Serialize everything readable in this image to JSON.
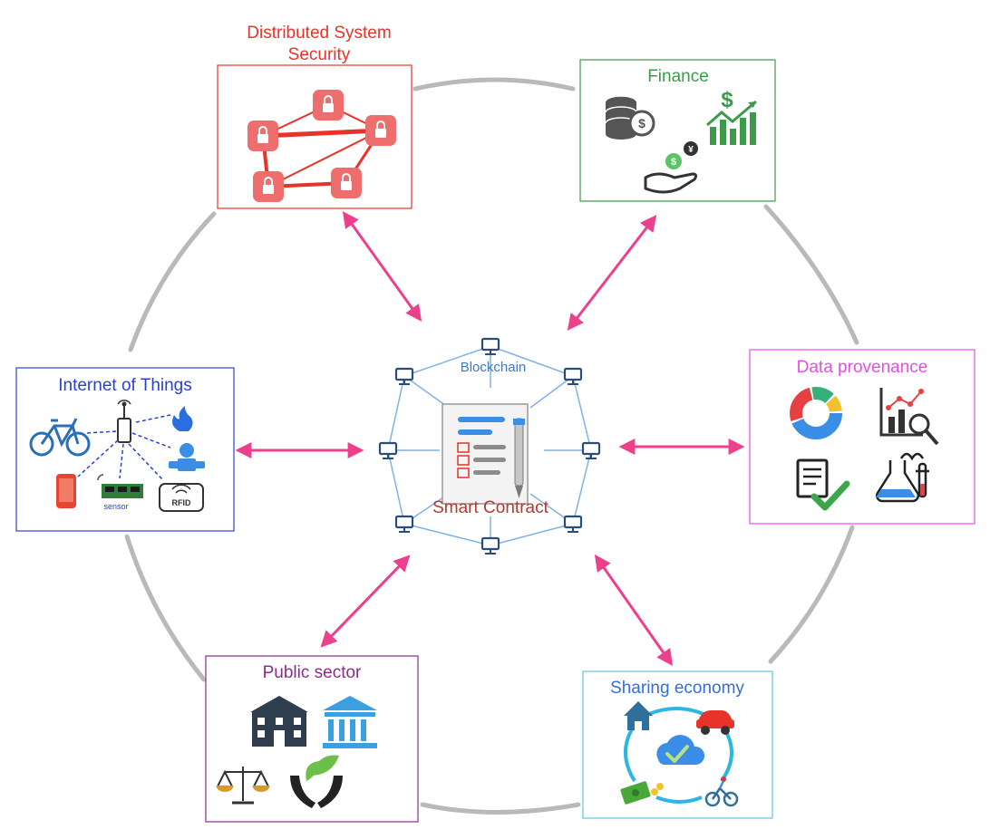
{
  "hub": {
    "ring_label": "Blockchain",
    "center_label": "Smart Contract"
  },
  "domains": {
    "security": {
      "title_line1": "Distributed System",
      "title_line2": "Security",
      "color": "#e8332a"
    },
    "finance": {
      "title": "Finance",
      "color": "#3c9a4a"
    },
    "provenance": {
      "title": "Data provenance",
      "color": "#e84ce8"
    },
    "sharing": {
      "title": "Sharing economy",
      "color": "#2f6fe0"
    },
    "public": {
      "title": "Public sector",
      "color": "#8a2c8a"
    },
    "iot": {
      "title": "Internet of Things",
      "color": "#2b3fd8",
      "sensor_label": "sensor",
      "rfid_label": "RFID"
    }
  },
  "colors": {
    "arrow": "#ec3f8c",
    "ring": "#b9b9b9",
    "network": "#7fb3e6",
    "node": "#2a4d7a"
  }
}
